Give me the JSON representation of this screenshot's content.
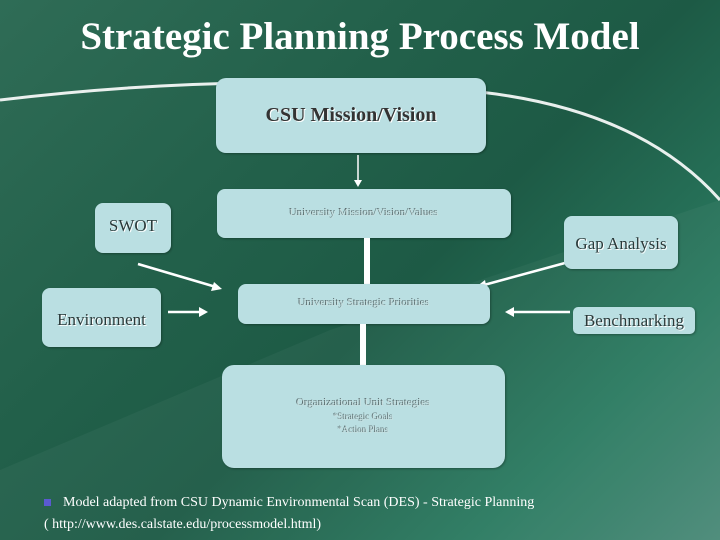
{
  "title": "Strategic Planning Process Model",
  "boxes": {
    "csu": "CSU Mission/Vision",
    "university_mvv": "University Mission/Vision/Values",
    "priorities": "University Strategic Priorities",
    "org_unit": "Organizational Unit Strategies",
    "org_unit_items": [
      "*Strategic Goals",
      "*Action Plans"
    ]
  },
  "inputs": {
    "swot": "SWOT",
    "environment": "Environment",
    "gap": "Gap Analysis",
    "benchmarking": "Benchmarking"
  },
  "footer": {
    "line1": "Model adapted from CSU Dynamic Environmental Scan (DES) - Strategic Planning",
    "line2": "( http://www.des.calstate.edu/processmodel.html)"
  }
}
